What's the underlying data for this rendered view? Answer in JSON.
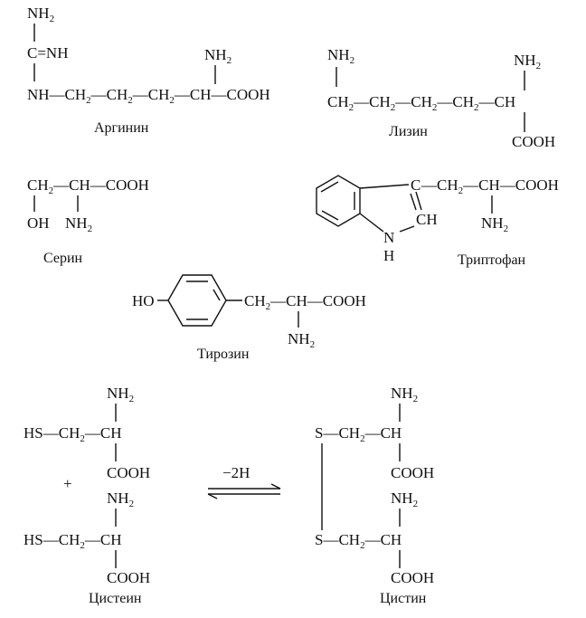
{
  "molecules": {
    "arginine": {
      "name": "Аргинин",
      "nh2_top": "NH",
      "two": "2",
      "c_eq_nh": "C=NH",
      "chain": "NH—CH",
      "ch2_b": "—CH",
      "ch2_c": "—CH",
      "ch_cooh": "—CH—COOH",
      "alpha_nh2": "NH"
    },
    "lysine": {
      "name": "Лизин",
      "nh2_eps": "NH",
      "chain_a": "CH",
      "chain_b": "—CH",
      "chain_c": "—CH",
      "chain_d": "—CH",
      "ch_end": "—CH",
      "nh2_alpha": "NH",
      "cooh": "COOH"
    },
    "serine": {
      "name": "Серин",
      "ch2": "CH",
      "ch_cooh": "—CH—COOH",
      "oh": "OH",
      "nh2": "NH"
    },
    "tryptophan": {
      "name": "Триптофан",
      "c_ring": "C",
      "ch2": "—CH",
      "ch_cooh": "—CH—COOH",
      "ch_ring": "CH",
      "n": "N",
      "h": "H",
      "nh2": "NH"
    },
    "tyrosine": {
      "name": "Тирозин",
      "ho": "HO",
      "ch2": "CH",
      "ch_cooh": "—CH—COOH",
      "nh2": "NH"
    },
    "cysteine": {
      "name": "Цистеин",
      "hs": "HS—CH",
      "ch": "—CH",
      "nh2": "NH",
      "cooh": "COOH",
      "plus": "+"
    },
    "cystine": {
      "name": "Цистин",
      "s": "S—CH",
      "ch": "—CH",
      "nh2": "NH",
      "cooh": "COOH"
    }
  },
  "reaction": {
    "label": "−2H"
  }
}
